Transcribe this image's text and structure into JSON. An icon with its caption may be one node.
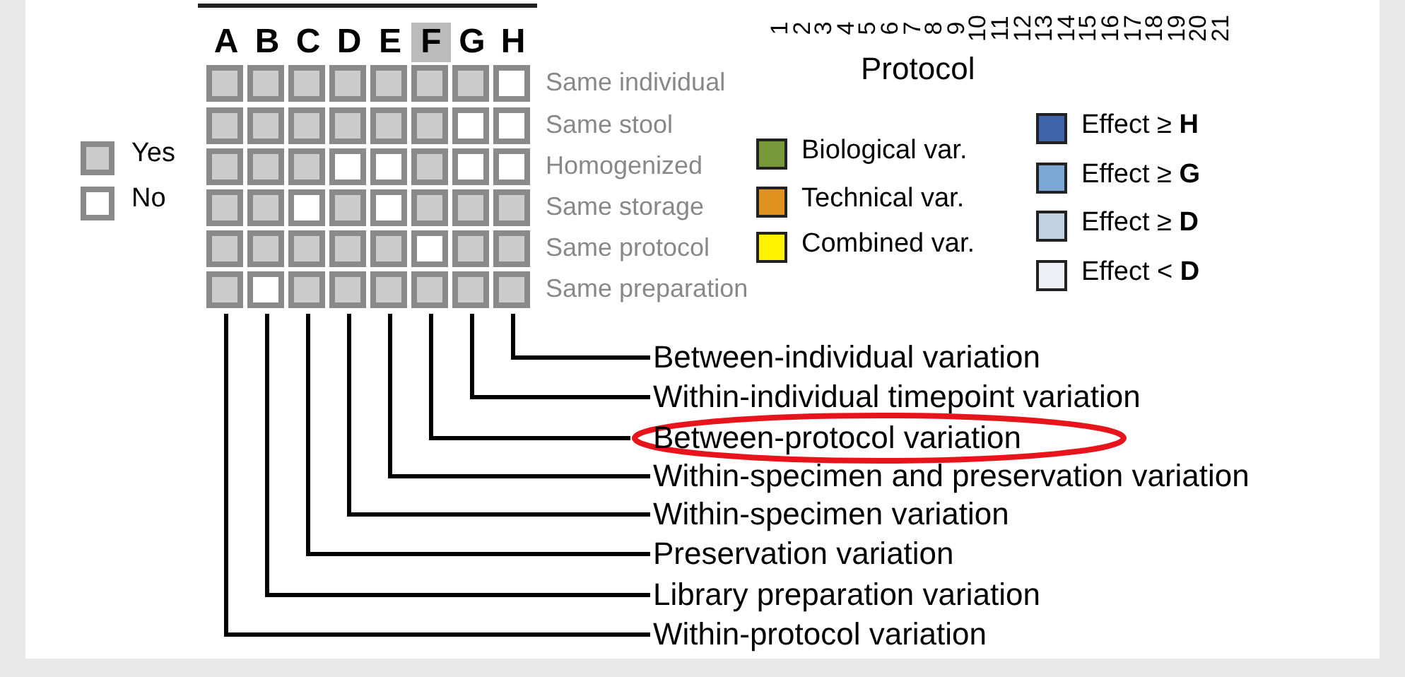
{
  "diagram": {
    "nodes": [
      {
        "text": [
          "A"
        ]
      },
      {
        "text": [
          "B"
        ]
      },
      {
        "text": [
          "C"
        ]
      },
      {
        "text": [
          "D"
        ]
      },
      {
        "text": [
          "E"
        ]
      },
      {
        "text": [
          "F"
        ]
      },
      {
        "text": [
          "G"
        ]
      },
      {
        "text": [
          "H"
        ]
      },
      {
        "text": [
          "Between-individual variation"
        ]
      },
      {
        "text": [
          "Within-individual timepoint variation"
        ]
      },
      {
        "text": [
          "Between-protocol variation"
        ]
      },
      {
        "text": [
          "Within-specimen and preservation variation"
        ]
      },
      {
        "text": [
          "Within-specimen variation"
        ]
      },
      {
        "text": [
          "Preservation variation"
        ]
      },
      {
        "text": [
          "Library preparation variation"
        ]
      },
      {
        "text": [
          "Within-protocol variation"
        ]
      }
    ],
    "edges": [
      {
        "from": 0,
        "to": 15,
        "arrow": "none"
      },
      {
        "from": 1,
        "to": 14,
        "arrow": "none"
      },
      {
        "from": 2,
        "to": 13,
        "arrow": "none"
      },
      {
        "from": 3,
        "to": 12,
        "arrow": "none"
      },
      {
        "from": 4,
        "to": 11,
        "arrow": "none"
      },
      {
        "from": 5,
        "to": 10,
        "arrow": "none"
      },
      {
        "from": 6,
        "to": 9,
        "arrow": "none"
      },
      {
        "from": 7,
        "to": 8,
        "arrow": "none"
      }
    ],
    "labels": [
      "1",
      "2",
      "3",
      "4",
      "5",
      "6",
      "7",
      "8",
      "9",
      "10",
      "11",
      "12",
      "13",
      "14",
      "15",
      "16",
      "17",
      "18",
      "19",
      "20",
      "21",
      "Protocol",
      "Same individual",
      "Same stool",
      "Homogenized",
      "Same storage",
      "Same protocol",
      "Same preparation"
    ],
    "legend": [
      {
        "text": "Yes",
        "color": "#cccccc"
      },
      {
        "text": "No"
      },
      {
        "text": "Biological var.",
        "color": "#77993a"
      },
      {
        "text": "Technical var.",
        "color": "#e0921e"
      },
      {
        "text": "Combined var.",
        "color": "#fff200"
      },
      {
        "text": "Effect ≥ **H**",
        "color": "#3f63a8"
      },
      {
        "text": "Effect ≥ **G**",
        "color": "#7aa7d4"
      },
      {
        "text": "Effect ≥ **D**",
        "color": "#c1d2e4"
      },
      {
        "text": "Effect < **D**",
        "color": "#edf0f4"
      }
    ]
  }
}
